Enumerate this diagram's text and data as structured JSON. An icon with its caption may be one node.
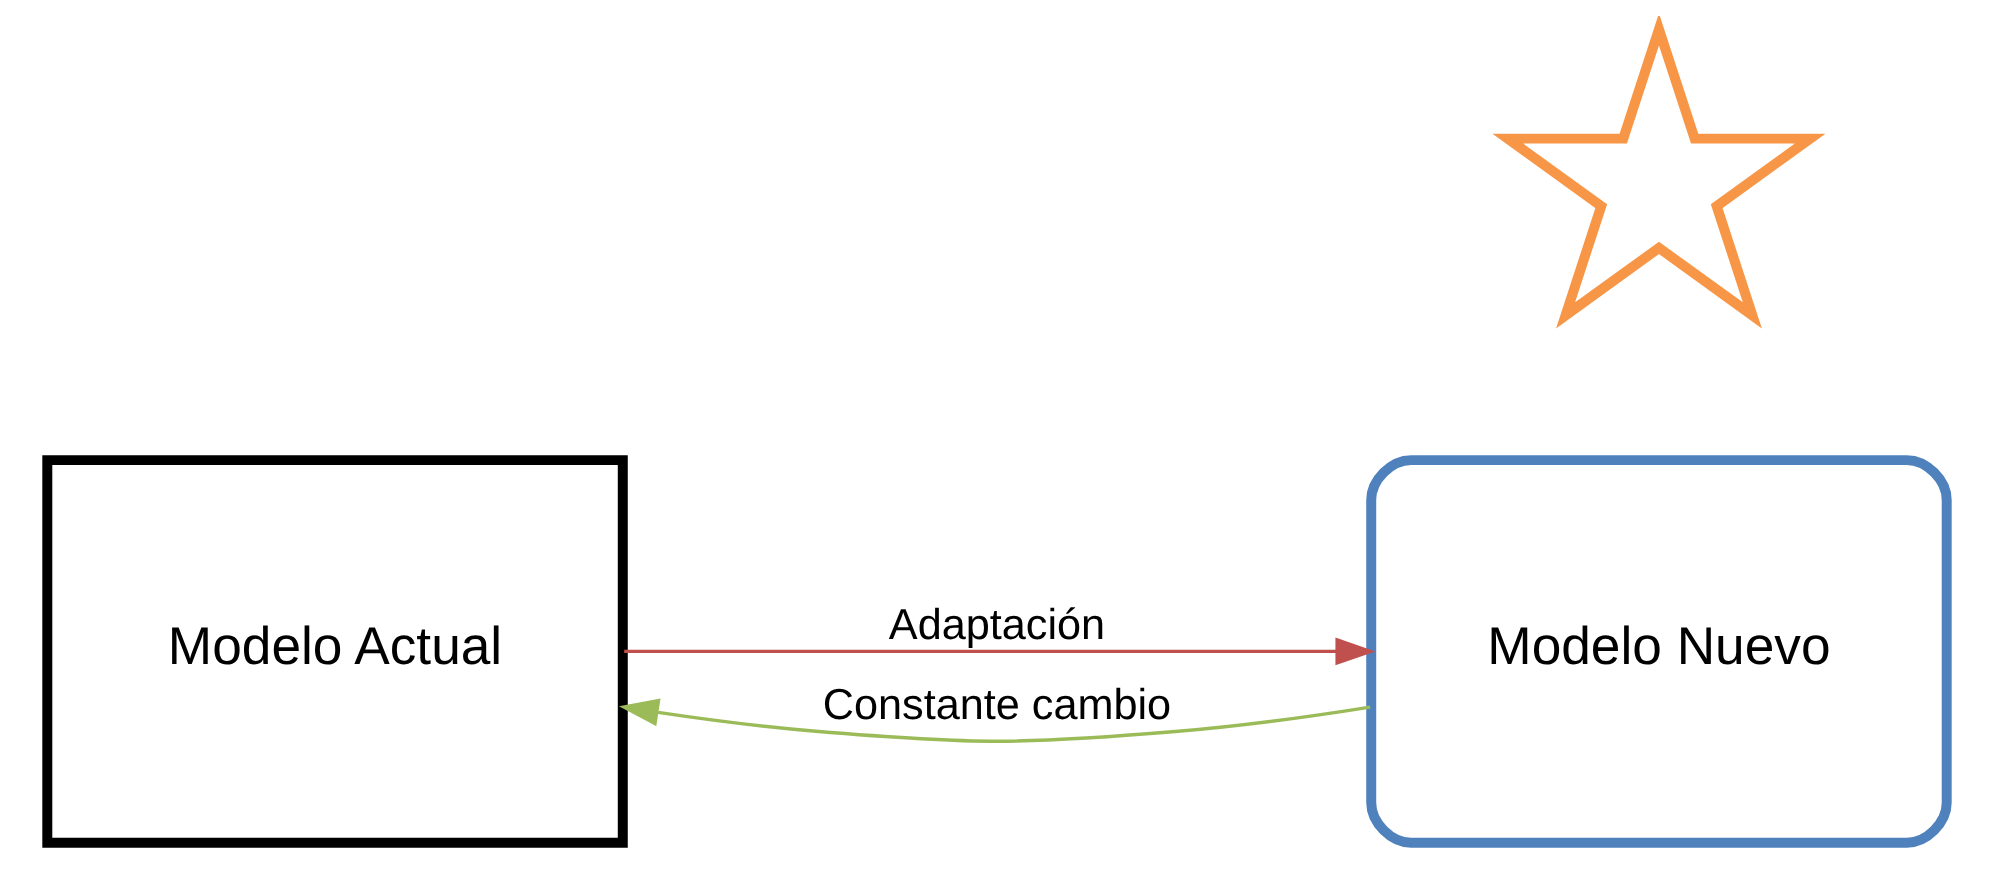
{
  "diagram": {
    "nodes": [
      {
        "text": [
          "Modelo Actual"
        ]
      },
      {
        "text": [
          "Modelo Nuevo"
        ]
      },
      {
        "text": [],
        "shape": "star"
      }
    ],
    "edges": [
      {
        "from": 0,
        "to": 1,
        "arrow": "to",
        "label": "Adaptación",
        "color": "#c0504d"
      },
      {
        "from": 1,
        "to": 0,
        "arrow": "to",
        "label": "Constante cambio",
        "color": "#9bbb59"
      }
    ]
  }
}
